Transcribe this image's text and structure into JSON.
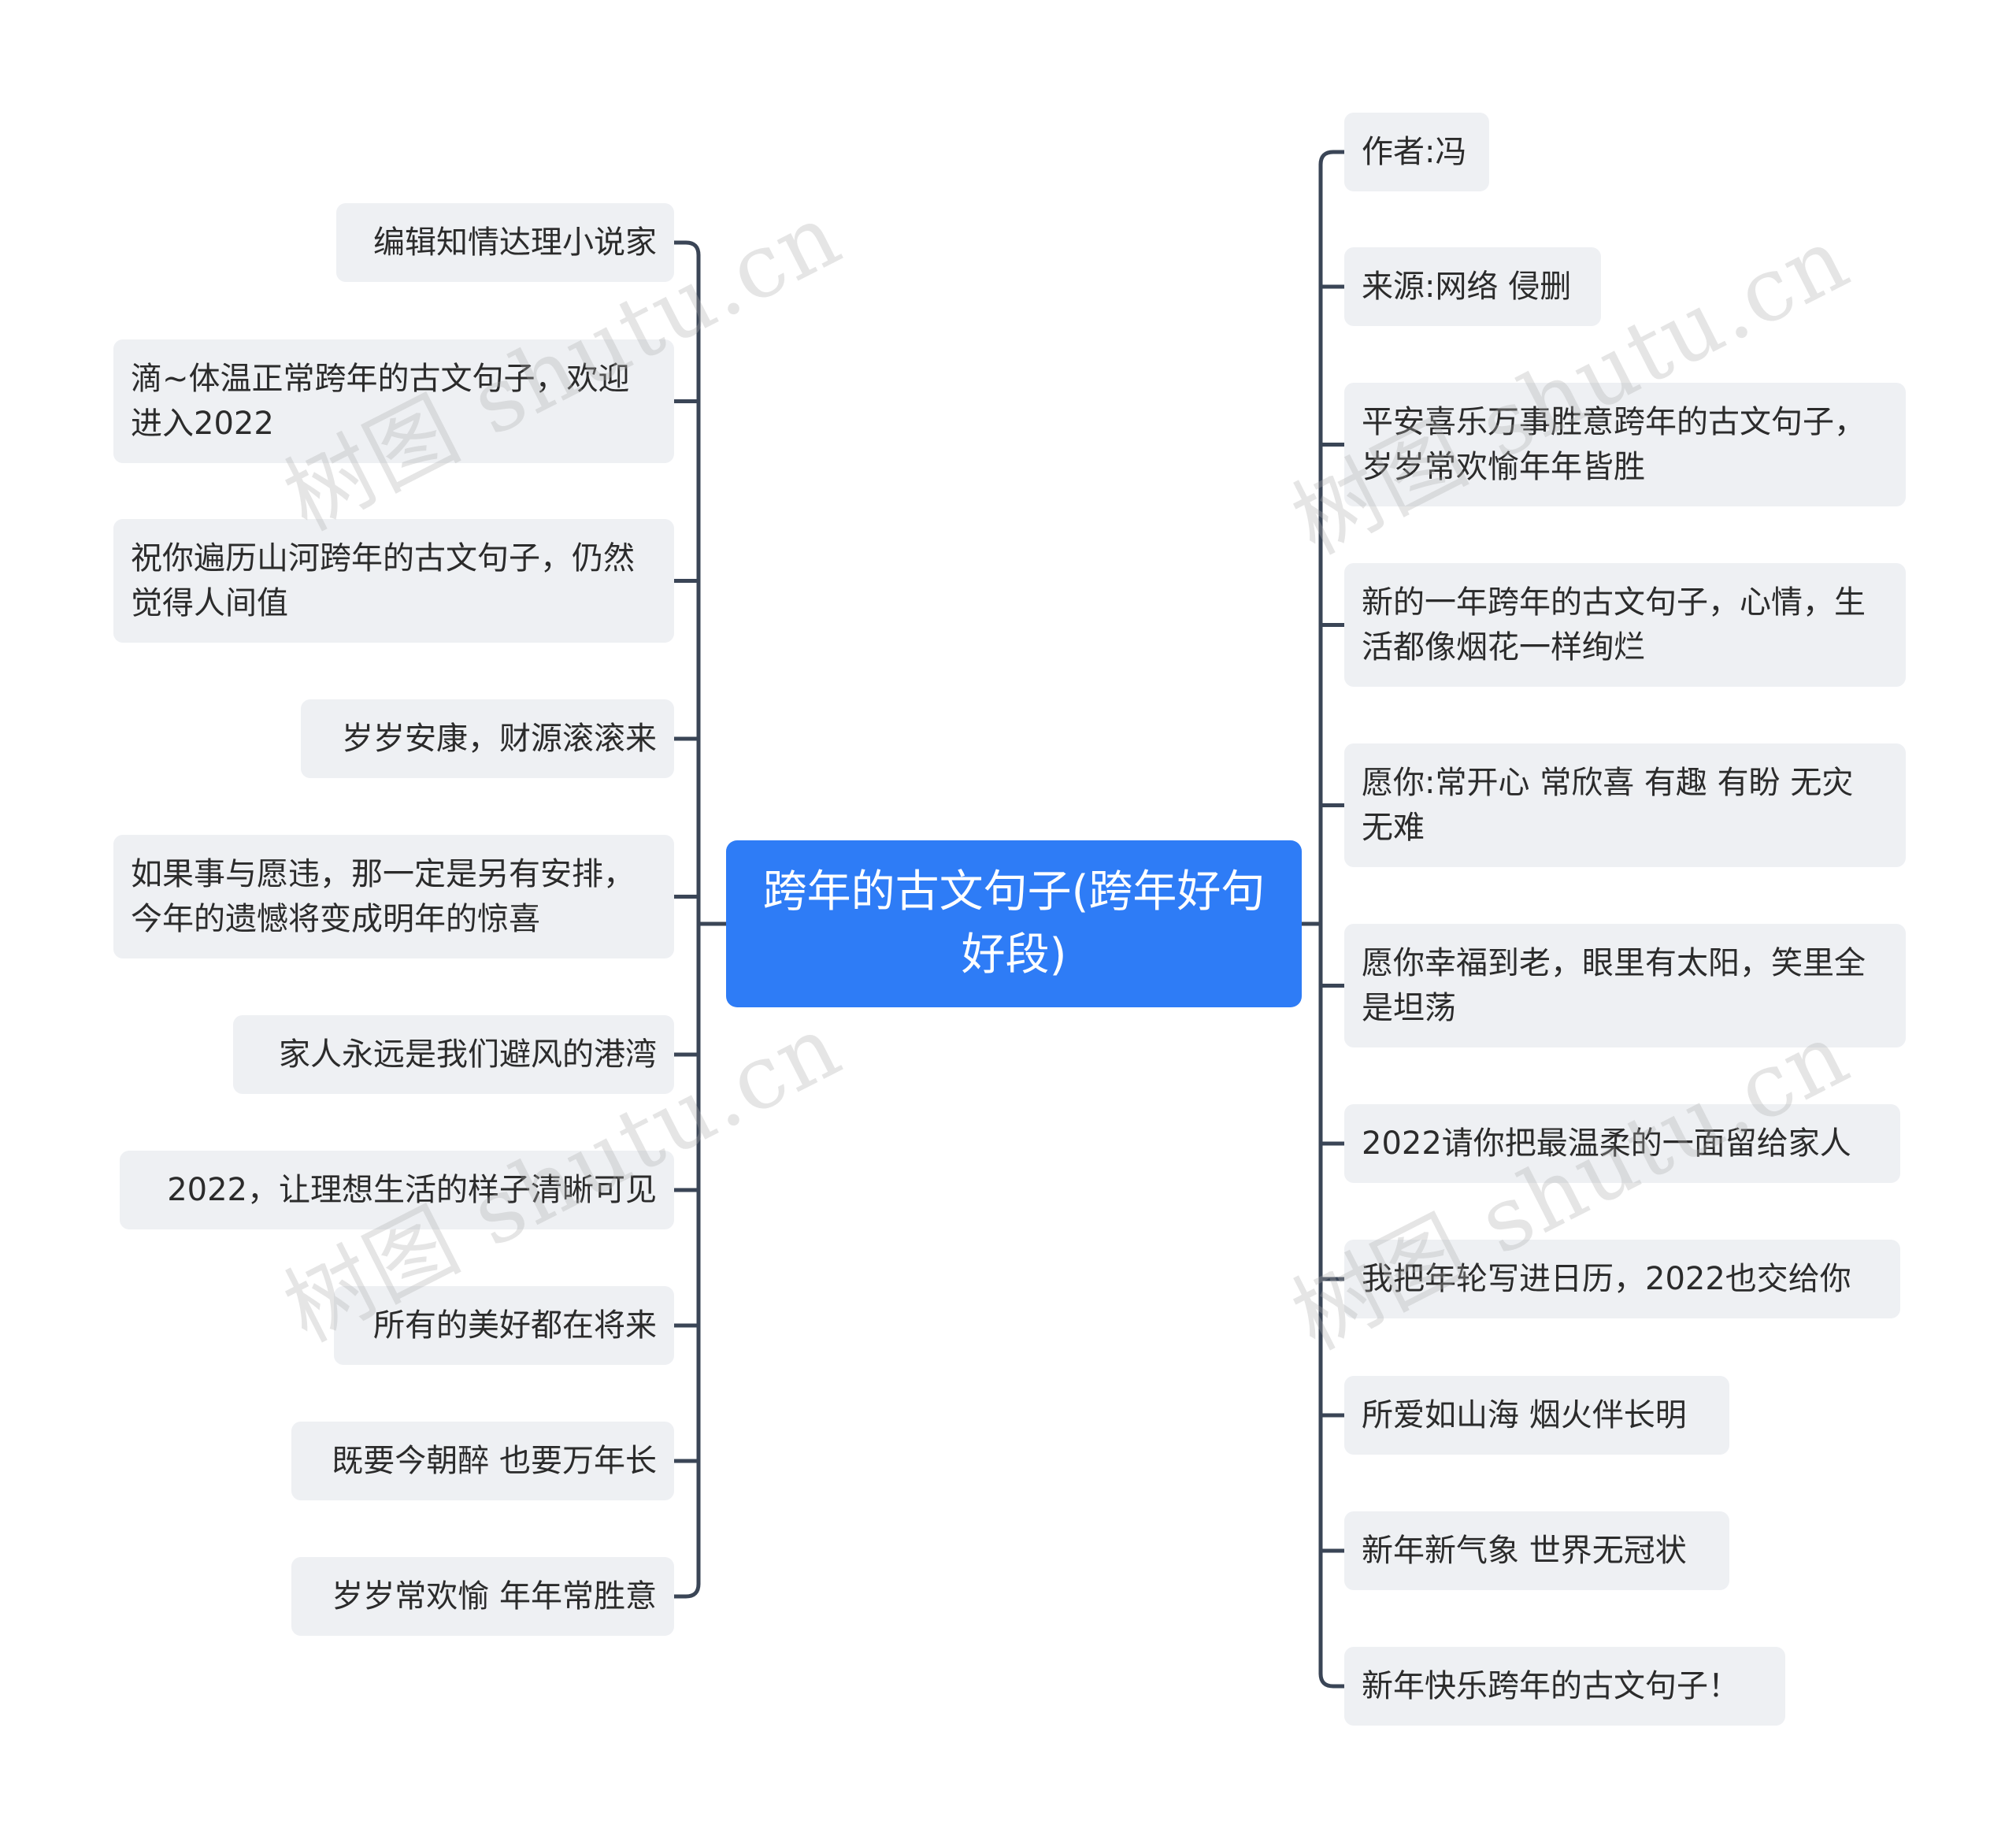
{
  "root": {
    "label": "跨年的古文句子(跨年好句好段)"
  },
  "left_nodes": [
    "编辑知情达理小说家",
    "滴~体温正常跨年的古文句子，欢迎进入2022",
    "祝你遍历山河跨年的古文句子，仍然觉得人间值",
    "岁岁安康，财源滚滚来",
    "如果事与愿违，那一定是另有安排，今年的遗憾将变成明年的惊喜",
    "家人永远是我们避风的港湾",
    "2022，让理想生活的样子清晰可见",
    "所有的美好都在将来",
    "既要今朝醉 也要万年长",
    "岁岁常欢愉 年年常胜意"
  ],
  "right_nodes": [
    "作者:冯",
    "来源:网络 侵删",
    "平安喜乐万事胜意跨年的古文句子，岁岁常欢愉年年皆胜",
    "新的一年跨年的古文句子，心情，生活都像烟花一样绚烂",
    "愿你:常开心 常欣喜 有趣 有盼 无灾 无难",
    "愿你幸福到老，眼里有太阳，笑里全是坦荡",
    "2022请你把最温柔的一面留给家人",
    "我把年轮写进日历，2022也交给你",
    "所爱如山海 烟火伴长明",
    "新年新气象 世界无冠状",
    "新年快乐跨年的古文句子！"
  ],
  "watermark": {
    "text": "树图 shutu.cn"
  },
  "colors": {
    "root_fill": "#2e7cf6",
    "node_fill": "#eef0f3",
    "connector": "#3a4556"
  }
}
